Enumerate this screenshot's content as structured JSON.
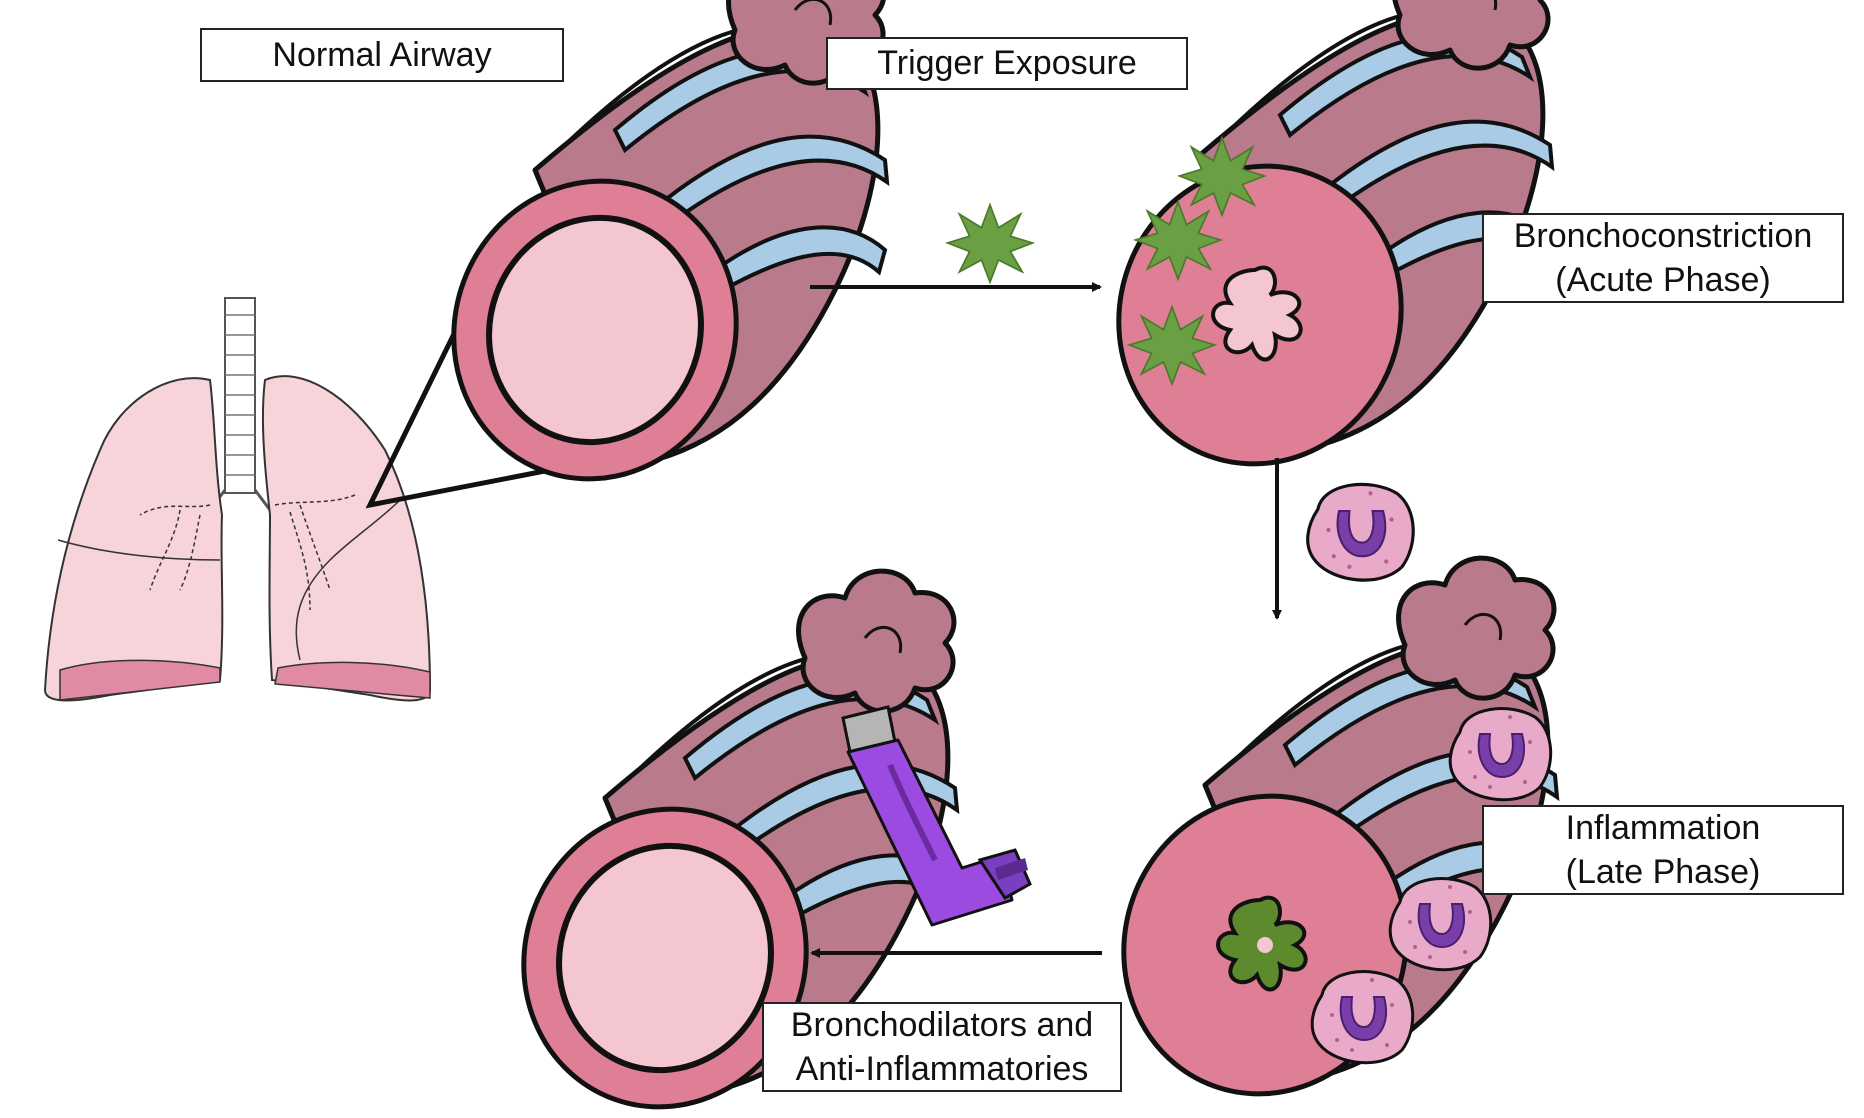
{
  "labels": {
    "normal_airway": "Normal Airway",
    "trigger_exposure": "Trigger Exposure",
    "bronchoconstriction_line1": "Bronchoconstriction",
    "bronchoconstriction_line2": "(Acute Phase)",
    "inflammation_line1": "Inflammation",
    "inflammation_line2": "(Late Phase)",
    "treatment_line1": "Bronchodilators and",
    "treatment_line2": "Anti-Inflammatories"
  },
  "colors": {
    "airway_wall": "#de7f95",
    "airway_lumen": "#f4c6cf",
    "airway_muscle": "#b97a8c",
    "airway_cartilage": "#a9cbe6",
    "alveoli": "#b97a8c",
    "lung": "#f7d3da",
    "lung_base": "#e08aa3",
    "trigger": "#6aa043",
    "mucus": "#5d8a2c",
    "cell_body": "#e9a9c9",
    "cell_nucleus": "#7a3ea8",
    "inhaler_body": "#9b4be0",
    "inhaler_cap": "#b5b5b5",
    "arrow": "#111111"
  }
}
